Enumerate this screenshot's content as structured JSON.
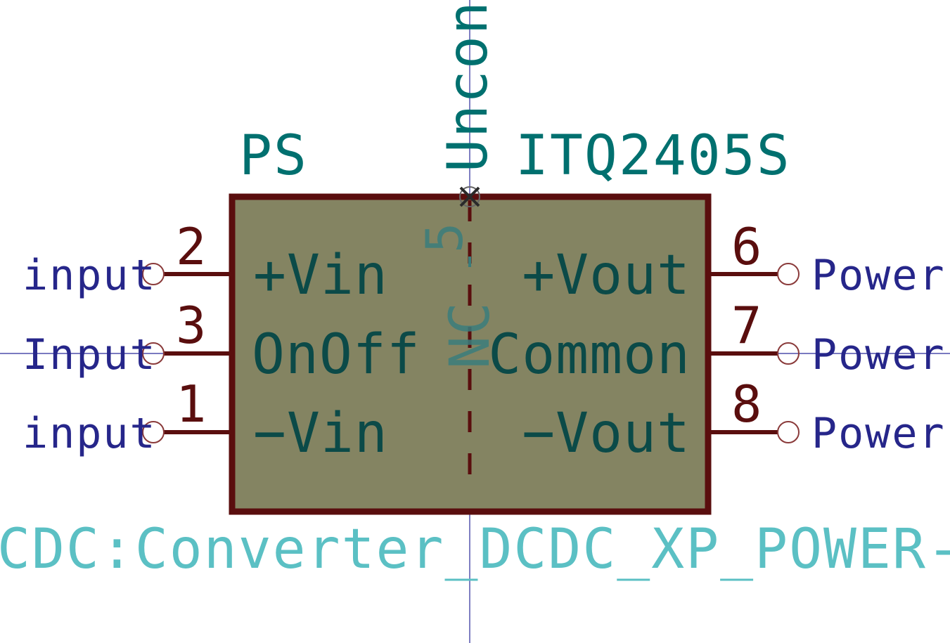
{
  "component": {
    "reference": "PS",
    "value": "ITQ2405S",
    "footprint": "CDC:Converter_DCDC_XP_POWER-",
    "unconnected_label": "Unconne",
    "nc_pin": {
      "number": "5",
      "name": "NC"
    }
  },
  "pins_left": [
    {
      "number": "2",
      "name": "+Vin",
      "net": "input"
    },
    {
      "number": "3",
      "name": "OnOff",
      "net": "Input"
    },
    {
      "number": "1",
      "name": "−Vin",
      "net": "input"
    }
  ],
  "pins_right": [
    {
      "number": "6",
      "name": "+Vout",
      "net": "Power"
    },
    {
      "number": "7",
      "name": "Common",
      "net": "Power"
    },
    {
      "number": "8",
      "name": "−Vout",
      "net": "Power"
    }
  ],
  "colors": {
    "body_fill": "#848462",
    "body_stroke": "#5a0e0e",
    "pin_name": "#0b4a48",
    "field_text": "#00706f",
    "footprint_text": "#5bc0c4",
    "net_label": "#26268a",
    "crosshair": "#2a2a9a"
  }
}
